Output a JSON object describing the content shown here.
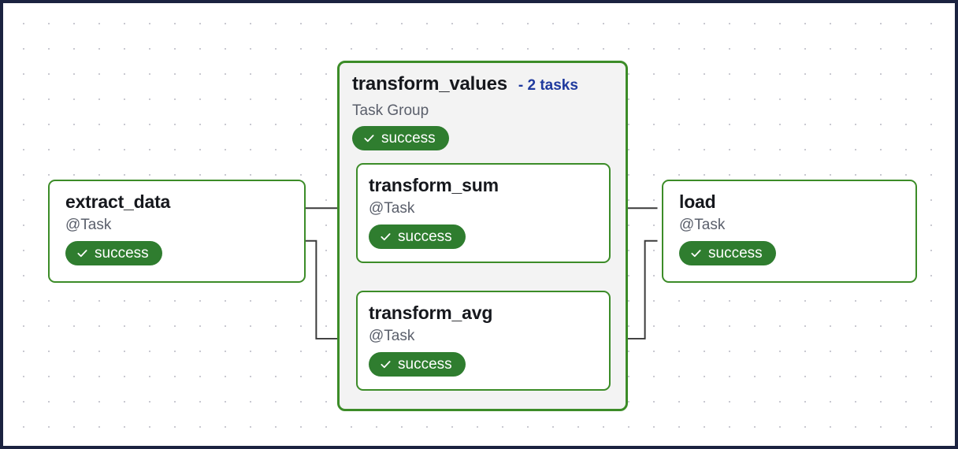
{
  "graph": {
    "background": "dot-grid",
    "frame_border_color": "#1b2340",
    "node_border_color": "#3c8c28",
    "badge_color": "#2f7d2f",
    "link_color": "#1f3a9e",
    "edge_color": "#3a3a3a"
  },
  "task_group": {
    "title": "transform_values",
    "tasks_link": "- 2 tasks",
    "subtitle": "Task Group",
    "status": "success",
    "status_icon": "check-icon"
  },
  "nodes": {
    "extract": {
      "title": "extract_data",
      "subtitle": "@Task",
      "status": "success",
      "status_icon": "check-icon"
    },
    "transform_sum": {
      "title": "transform_sum",
      "subtitle": "@Task",
      "status": "success",
      "status_icon": "check-icon"
    },
    "transform_avg": {
      "title": "transform_avg",
      "subtitle": "@Task",
      "status": "success",
      "status_icon": "check-icon"
    },
    "load": {
      "title": "load",
      "subtitle": "@Task",
      "status": "success",
      "status_icon": "check-icon"
    }
  },
  "edges": [
    {
      "from": "extract_data",
      "to": "transform_sum"
    },
    {
      "from": "extract_data",
      "to": "transform_avg"
    },
    {
      "from": "transform_sum",
      "to": "load"
    },
    {
      "from": "transform_avg",
      "to": "load"
    }
  ]
}
